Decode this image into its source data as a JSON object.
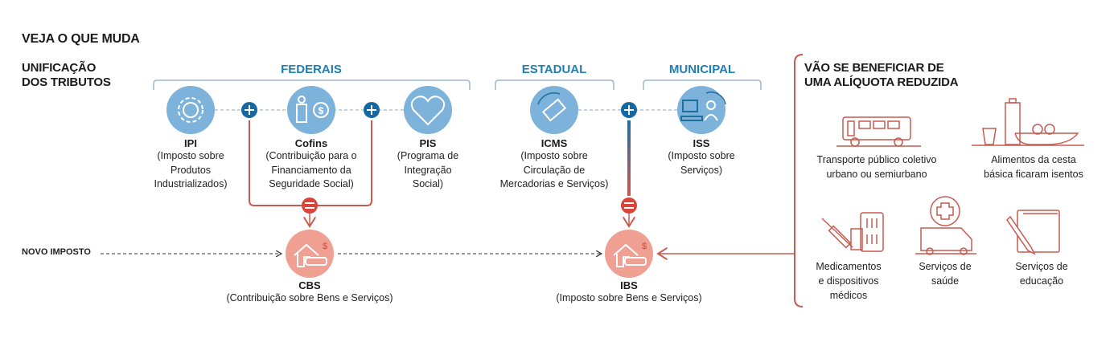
{
  "title": "VEJA O QUE MUDA",
  "subtitle": [
    "UNIFICAÇÃO",
    "DOS TRIBUTOS"
  ],
  "groups": {
    "federal": "FEDERAIS",
    "state": "ESTADUAL",
    "municipal": "MUNICIPAL"
  },
  "taxes": [
    {
      "name": "IPI",
      "desc": [
        "(Imposto sobre",
        "Produtos",
        "Industrializados)"
      ],
      "icon": "gear-icon"
    },
    {
      "name": "Cofins",
      "desc": [
        "(Contribuição para o",
        "Financiamento da",
        "Seguridade Social)"
      ],
      "icon": "family-money-icon"
    },
    {
      "name": "PIS",
      "desc": [
        "(Programa de",
        "Integração",
        "Social)"
      ],
      "icon": "handshake-heart-icon"
    },
    {
      "name": "ICMS",
      "desc": [
        "(Imposto sobre",
        "Circulação de",
        "Mercadorias e Serviços)"
      ],
      "icon": "money-cycle-icon"
    },
    {
      "name": "ISS",
      "desc": [
        "(Imposto sobre",
        "Serviços)"
      ],
      "icon": "service-worker-icon"
    }
  ],
  "new_tax_label": "NOVO IMPOSTO",
  "new_taxes": [
    {
      "name": "CBS",
      "desc": "(Contribuição sobre Bens e Serviços)"
    },
    {
      "name": "IBS",
      "desc": "(Imposto sobre Bens e Serviços)"
    }
  ],
  "reduced": {
    "title": [
      "VÃO SE BENEFICIAR DE",
      "UMA ALÍQUOTA REDUZIDA"
    ],
    "items": [
      {
        "label": [
          "Transporte público coletivo",
          "urbano ou semiurbano"
        ],
        "icon": "bus-icon"
      },
      {
        "label": [
          "Alimentos da cesta",
          "básica ficaram isentos"
        ],
        "icon": "food-basket-icon"
      },
      {
        "label": [
          "Medicamentos",
          "e dispositivos",
          "médicos"
        ],
        "icon": "medicine-icon"
      },
      {
        "label": [
          "Serviços de",
          "saúde"
        ],
        "icon": "ambulance-icon"
      },
      {
        "label": [
          "Serviços de",
          "educação"
        ],
        "icon": "book-pencil-icon"
      }
    ]
  },
  "colors": {
    "blue": "#1f7fb4",
    "circle_blue": "#7db2da",
    "red": "#d9453b",
    "circle_red": "#f09f93",
    "line_red": "#c85a50"
  }
}
